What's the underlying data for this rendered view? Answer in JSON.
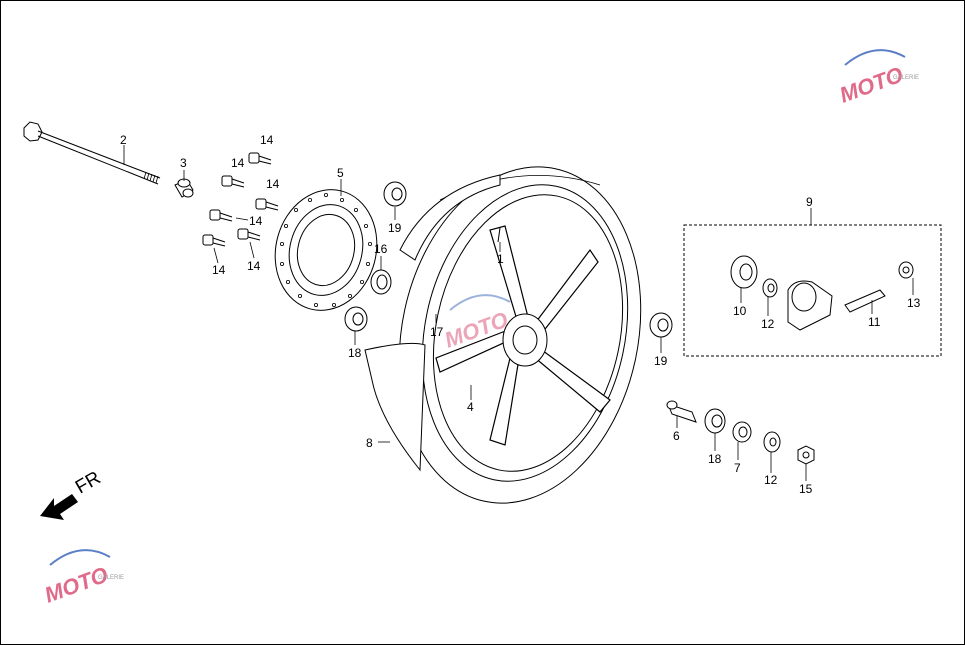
{
  "diagram": {
    "direction_label": "FR",
    "callouts": {
      "c1": "1",
      "c2": "2",
      "c3": "3",
      "c4": "4",
      "c5": "5",
      "c6": "6",
      "c7": "7",
      "c8": "8",
      "c9": "9",
      "c10": "10",
      "c11": "11",
      "c12a": "12",
      "c12b": "12",
      "c13": "13",
      "c14a": "14",
      "c14b": "14",
      "c14c": "14",
      "c14d": "14",
      "c14e": "14",
      "c14f": "14",
      "c15": "15",
      "c16": "16",
      "c17": "17",
      "c18a": "18",
      "c18b": "18",
      "c19a": "19",
      "c19b": "19"
    }
  },
  "watermark": {
    "text": "MOTO",
    "subtext": "GALERIE",
    "colors": {
      "pink": "#e06a8a",
      "blue": "#5a7fc6",
      "gray": "#9a9a9a"
    }
  }
}
